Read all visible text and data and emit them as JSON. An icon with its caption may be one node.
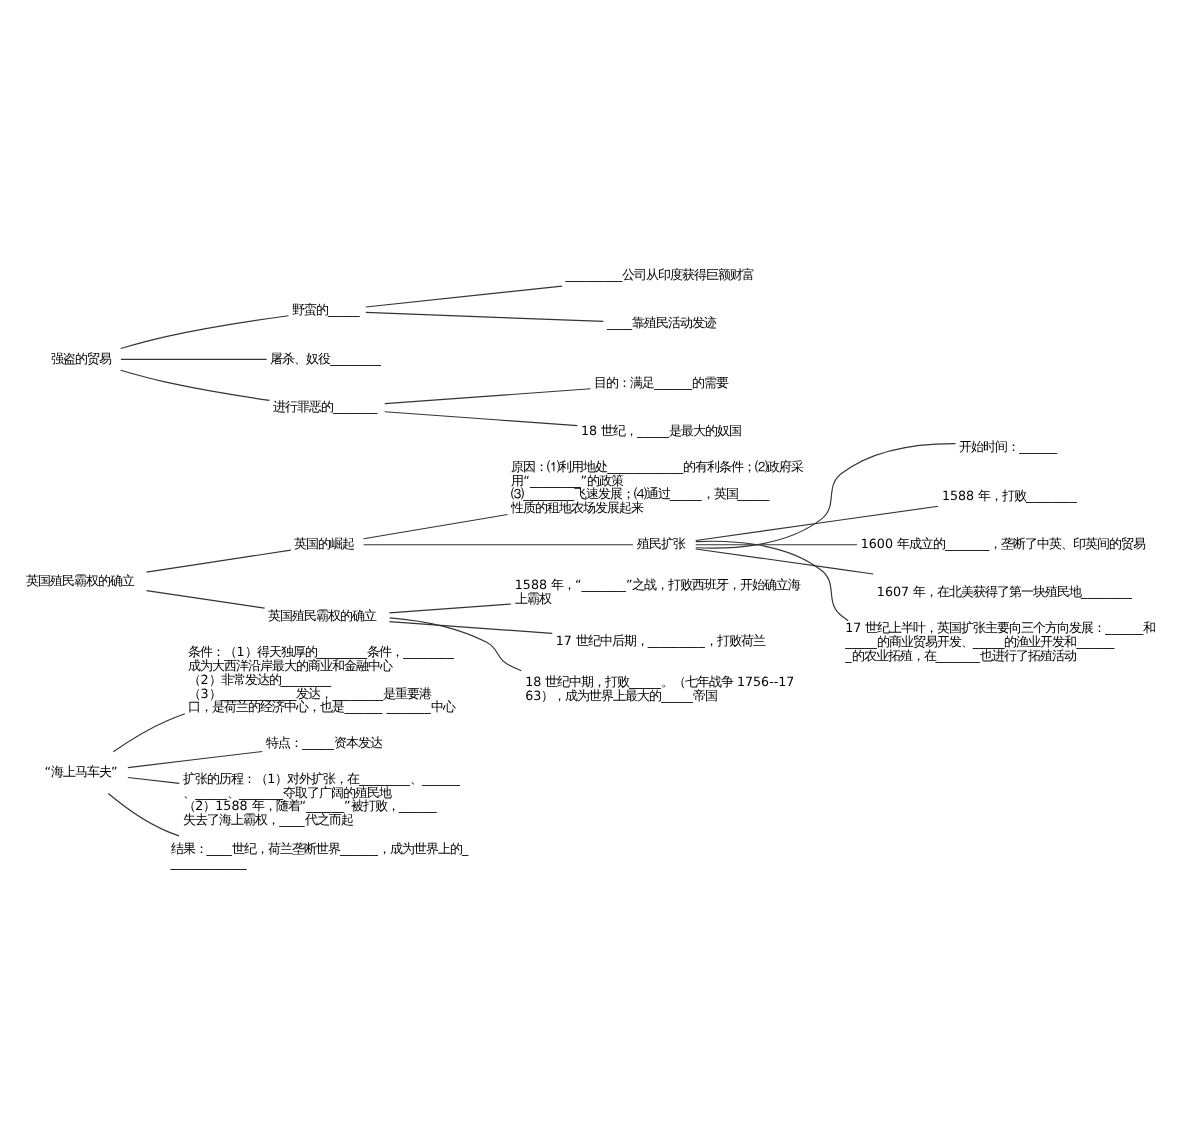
{
  "diagram": {
    "nodes": [
      {
        "text": [
          "“海上马车夫”"
        ]
      },
      {
        "text": [
          "条件：（1）得天独厚的________条件，________成为大西洋沿岸最大的商业和金融中心",
          "（2）非常发达的________",
          "（3）____________发达，________是重要港口，是荷兰的经济中心，也是______ _______中心"
        ]
      },
      {
        "text": [
          "特点：_____资本发达"
        ]
      },
      {
        "text": [
          "扩张的历程：（1）对外扩张，在________、______、_____、_______夺取了广阔的殖民地",
          "（2）1588 年，随着“______”被打败，______失去了海上霸权，____代之而起"
        ]
      },
      {
        "text": [
          "结果：____世纪，荷兰垄断世界______，成为世界上的_____________"
        ]
      },
      {
        "text": [
          "英国殖民霸权的确立"
        ]
      },
      {
        "text": [
          "英国的崛起"
        ]
      },
      {
        "text": [
          "原因：⑴利用地处____________的有利条件；⑵政府采用“________”的政策",
          "⑶________飞速发展；⑷通过_____，英国_____性质的租地农场发展起来"
        ]
      },
      {
        "text": [
          "殖民扩张"
        ]
      },
      {
        "text": [
          "开始时间：______"
        ]
      },
      {
        "text": [
          "1588 年，打败________"
        ]
      },
      {
        "text": [
          "1600 年成立的_______，垄断了中英、印英间的贸易"
        ]
      },
      {
        "text": [
          "1607 年，在北美获得了第一块殖民地________"
        ]
      },
      {
        "text": [
          "17 世纪上半叶，英国扩张主要向三个方向发展：______和_____的商业贸易开发、_____的渔业开发和_______的农业拓殖，在_______也进行了拓殖活动"
        ]
      },
      {
        "text": [
          "英国殖民霸权的确立"
        ]
      },
      {
        "text": [
          "1588 年，“_______”之战，打败西班牙，开始确立海上霸权"
        ]
      },
      {
        "text": [
          "17 世纪中后期，_________，打败荷兰"
        ]
      },
      {
        "text": [
          "18 世纪中期，打败_____。（七年战争 1756--1763），成为世界上最大的_____帝国"
        ]
      },
      {
        "text": [
          "强盗的贸易"
        ]
      },
      {
        "text": [
          "野蛮的_____"
        ]
      },
      {
        "text": [
          "_________公司从印度获得巨额财富"
        ]
      },
      {
        "text": [
          "____靠殖民活动发迹"
        ]
      },
      {
        "text": [
          "屠杀、奴役________"
        ]
      },
      {
        "text": [
          "进行罪恶的_______"
        ]
      },
      {
        "text": [
          "目的：满足______的需要"
        ]
      },
      {
        "text": [
          "18 世纪，_____是最大的奴国"
        ]
      }
    ],
    "edges": [
      {
        "from": 0,
        "to": 1,
        "arrow": "none"
      },
      {
        "from": 0,
        "to": 2,
        "arrow": "none"
      },
      {
        "from": 0,
        "to": 3,
        "arrow": "none"
      },
      {
        "from": 0,
        "to": 4,
        "arrow": "none"
      },
      {
        "from": 5,
        "to": 6,
        "arrow": "none"
      },
      {
        "from": 5,
        "to": 14,
        "arrow": "none"
      },
      {
        "from": 6,
        "to": 7,
        "arrow": "none"
      },
      {
        "from": 6,
        "to": 8,
        "arrow": "none"
      },
      {
        "from": 8,
        "to": 9,
        "arrow": "none"
      },
      {
        "from": 8,
        "to": 10,
        "arrow": "none"
      },
      {
        "from": 8,
        "to": 11,
        "arrow": "none"
      },
      {
        "from": 8,
        "to": 12,
        "arrow": "none"
      },
      {
        "from": 8,
        "to": 13,
        "arrow": "none"
      },
      {
        "from": 14,
        "to": 15,
        "arrow": "none"
      },
      {
        "from": 14,
        "to": 16,
        "arrow": "none"
      },
      {
        "from": 14,
        "to": 17,
        "arrow": "none"
      },
      {
        "from": 18,
        "to": 19,
        "arrow": "none"
      },
      {
        "from": 18,
        "to": 22,
        "arrow": "none"
      },
      {
        "from": 18,
        "to": 23,
        "arrow": "none"
      },
      {
        "from": 19,
        "to": 20,
        "arrow": "none"
      },
      {
        "from": 19,
        "to": 21,
        "arrow": "none"
      },
      {
        "from": 23,
        "to": 24,
        "arrow": "none"
      },
      {
        "from": 23,
        "to": 25,
        "arrow": "none"
      }
    ]
  }
}
